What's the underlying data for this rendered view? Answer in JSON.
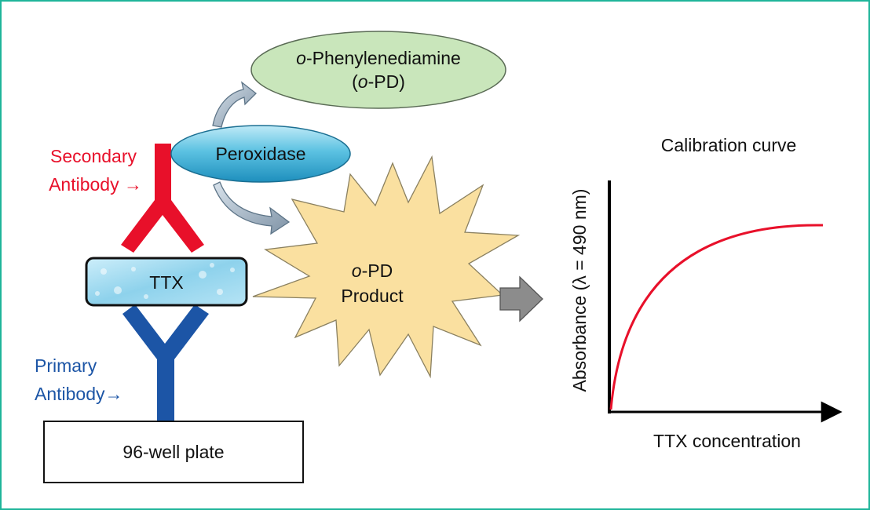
{
  "diagram": {
    "substrate": {
      "prefix": "o",
      "main": "-Phenylenediamine",
      "abbr_open": "(",
      "abbr_prefix": "o",
      "abbr_rest": "-PD)"
    },
    "enzyme": {
      "label": "Peroxidase"
    },
    "secondary_antibody": {
      "line1": "Secondary",
      "line2": "Antibody →"
    },
    "primary_antibody": {
      "line1": "Primary",
      "line2": "Antibody→"
    },
    "antigen": {
      "label": "TTX"
    },
    "plate": {
      "label": "96-well plate"
    },
    "product": {
      "prefix": "o",
      "line1_rest": "-PD",
      "line2": "Product"
    },
    "calibration": {
      "title": "Calibration curve",
      "xlabel": "TTX concentration",
      "ylabel": "Absorbance (λ = 490 nm)"
    },
    "colors": {
      "border": "#1fb59a",
      "secondary": "#e8102a",
      "primary": "#1c55a6",
      "substrate_fill": "#c9e6bb",
      "enzyme_fill": "#44b6d8",
      "product_fill": "#fae0a0",
      "curve": "#e8102a",
      "arrow_fill": "#8c8c8c"
    }
  }
}
